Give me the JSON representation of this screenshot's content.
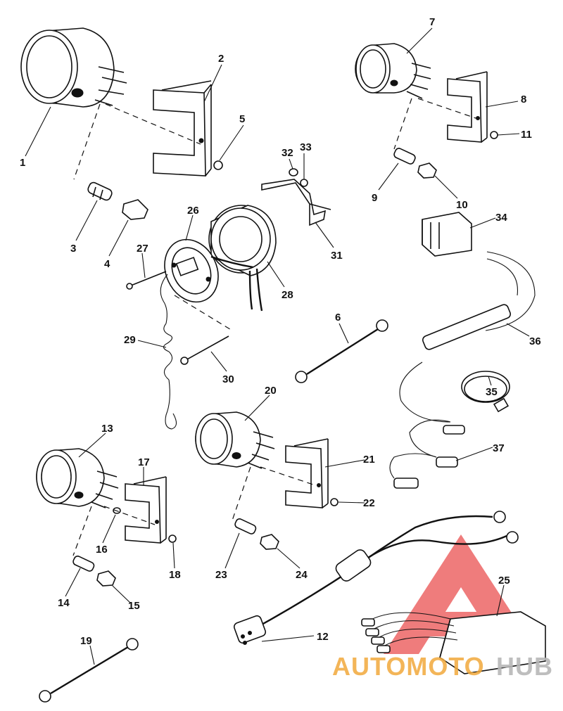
{
  "callouts": [
    "1",
    "2",
    "3",
    "4",
    "5",
    "6",
    "7",
    "8",
    "9",
    "10",
    "11",
    "12",
    "13",
    "14",
    "15",
    "16",
    "17",
    "18",
    "19",
    "20",
    "21",
    "22",
    "23",
    "24",
    "25",
    "26",
    "27",
    "28",
    "29",
    "30",
    "31",
    "32",
    "33",
    "34",
    "35",
    "36",
    "37"
  ],
  "watermark": {
    "word_a": "AUTOMOTO",
    "word_b": "HUB",
    "color_a": "#f2a93b",
    "color_b": "#b7b7b7",
    "triangle_color": "#e94b4b"
  }
}
